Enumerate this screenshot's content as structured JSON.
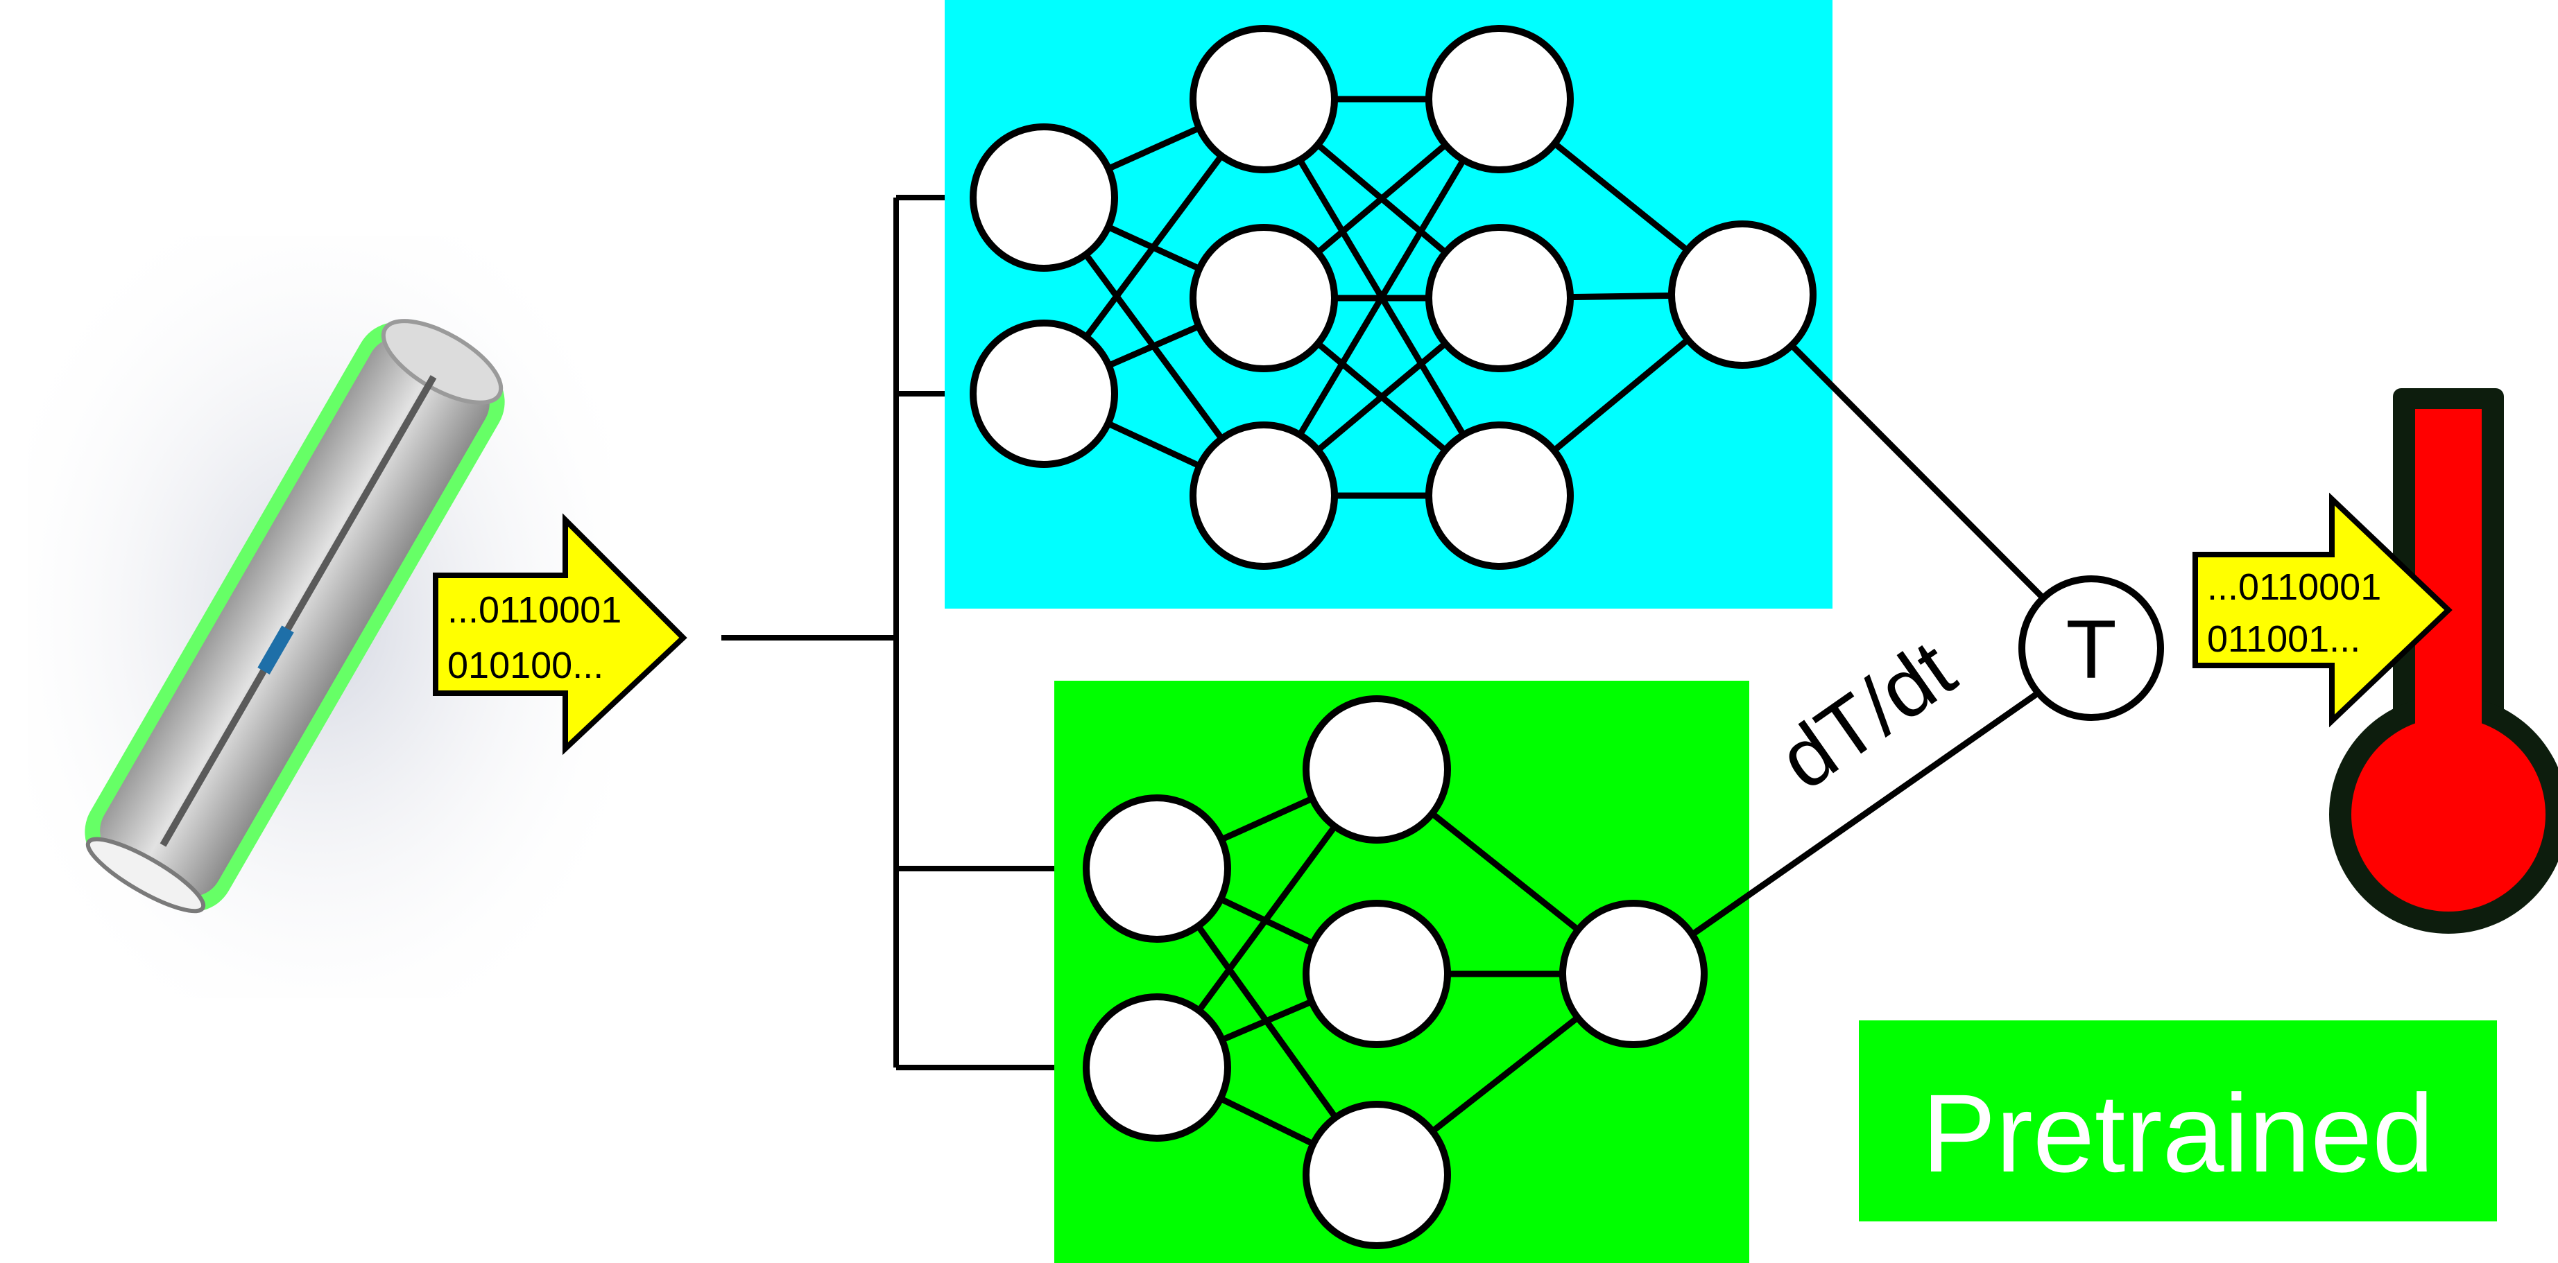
{
  "diagram": {
    "input_arrow": {
      "line1": "...0110001",
      "line2": "010100..."
    },
    "output_arrow": {
      "line1": "...0110001",
      "line2": "011001..."
    },
    "derivative_label": "dT/dt",
    "temperature_node_label": "T",
    "pretrained_label": "Pretrained",
    "colors": {
      "top_network_panel": "#00ffff",
      "bottom_network_panel": "#00ff00",
      "pretrained_panel": "#00ff00",
      "arrow_fill": "#ffff00",
      "thermometer": "#ff0000",
      "battery_shell": "#66ff66"
    },
    "icons": [
      "battery-cell-icon",
      "thermometer-icon",
      "data-arrow-icon"
    ]
  }
}
